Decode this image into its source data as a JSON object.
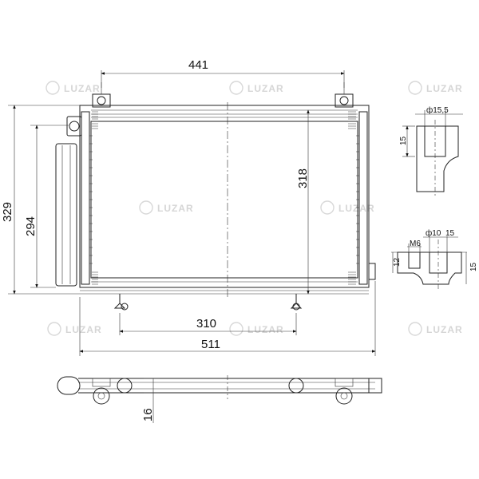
{
  "drawing": {
    "watermark_text": "LUZAR",
    "main_view": {
      "overall_height": "329",
      "core_height": "294",
      "top_mount_spacing": "441",
      "core_height_right": "318",
      "bottom_mount_spacing": "310",
      "overall_width": "511"
    },
    "bottom_view": {
      "thickness": "16"
    },
    "detail_top": {
      "diameter": "ф15,5",
      "height": "15"
    },
    "detail_bottom": {
      "thread": "M6",
      "diameter": "ф10",
      "width": "15",
      "height_left": "12",
      "height_right": "15"
    }
  }
}
